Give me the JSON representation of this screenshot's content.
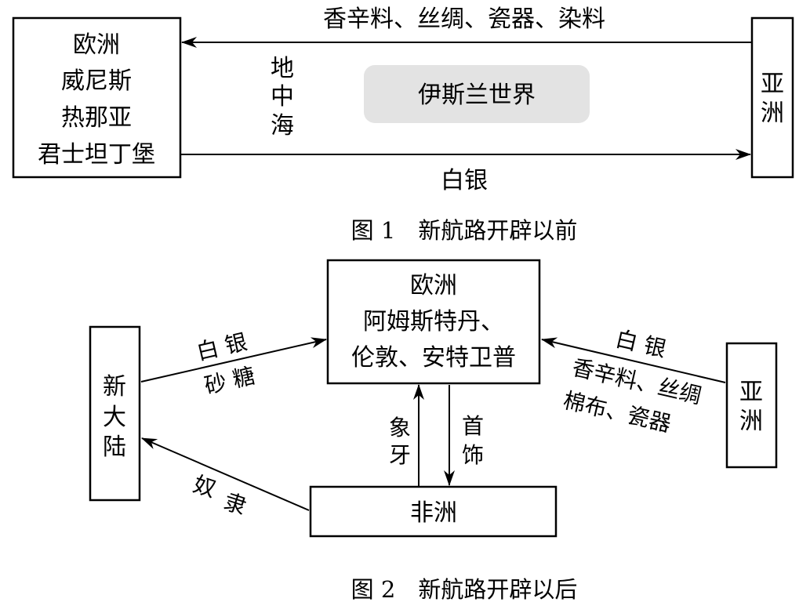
{
  "figure1": {
    "caption": "图 1　新航路开辟以前",
    "europe_box": [
      "欧洲",
      "威尼斯",
      "热那亚",
      "君士坦丁堡"
    ],
    "asia_box": [
      "亚",
      "洲"
    ],
    "sea_label": [
      "地",
      "中",
      "海"
    ],
    "islamic_world": "伊斯兰世界",
    "arrow_asia_to_europe": {
      "label": "香辛料、丝绸、瓷器、染料",
      "from": "亚洲",
      "to": "欧洲"
    },
    "arrow_europe_to_asia": {
      "label": "白银",
      "from": "欧洲",
      "to": "亚洲"
    }
  },
  "figure2": {
    "caption": "图 2　新航路开辟以后",
    "europe_box": [
      "欧洲",
      "阿姆斯特丹、",
      "伦敦、安特卫普"
    ],
    "new_world_box": [
      "新",
      "大",
      "陆"
    ],
    "asia_box": [
      "亚",
      "洲"
    ],
    "africa_box": "非洲",
    "arrow_newworld_to_europe": {
      "labels": [
        "白 银",
        "砂 糖"
      ],
      "from": "新大陆",
      "to": "欧洲"
    },
    "arrow_asia_to_europe": {
      "labels": [
        "白 银",
        "香辛料、丝绸",
        "棉布、瓷器"
      ],
      "from": "亚洲",
      "to": "欧洲"
    },
    "arrow_africa_to_europe": {
      "labels": [
        "象",
        "牙"
      ],
      "from": "非洲",
      "to": "欧洲"
    },
    "arrow_europe_to_africa": {
      "labels": [
        "首",
        "饰"
      ],
      "from": "欧洲",
      "to": "非洲"
    },
    "arrow_africa_to_newworld": {
      "labels": [
        "奴",
        "隶"
      ],
      "from": "非洲",
      "to": "新大陆"
    }
  }
}
